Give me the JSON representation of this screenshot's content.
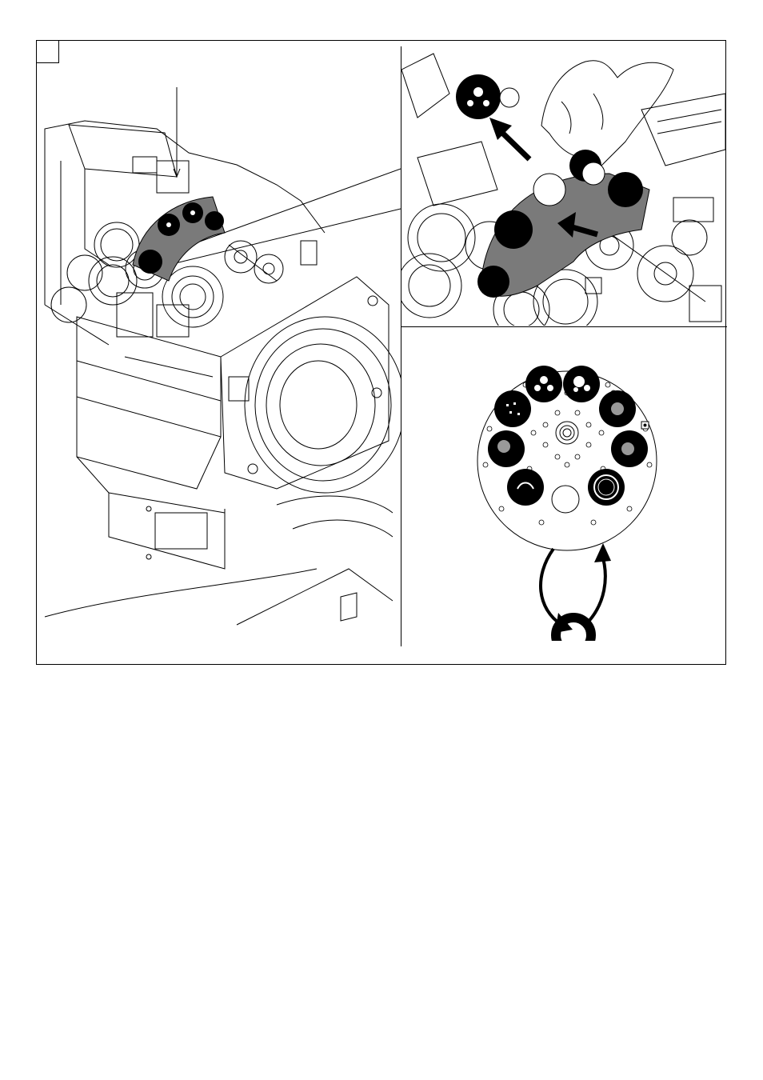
{
  "figure": {
    "number": "",
    "panels": [
      "main-view",
      "detail-view",
      "gobo-wheel-diagram"
    ]
  },
  "colors": {
    "line": "#000000",
    "wheel_plate": "#7a7a7a",
    "gobo_black": "#000000",
    "background": "#ffffff"
  },
  "icons": [
    "arrow-curved-down-icon",
    "arrow-curved-up-icon",
    "arrow-remove-icon",
    "arrow-insert-icon",
    "gobo-ring-icon"
  ]
}
